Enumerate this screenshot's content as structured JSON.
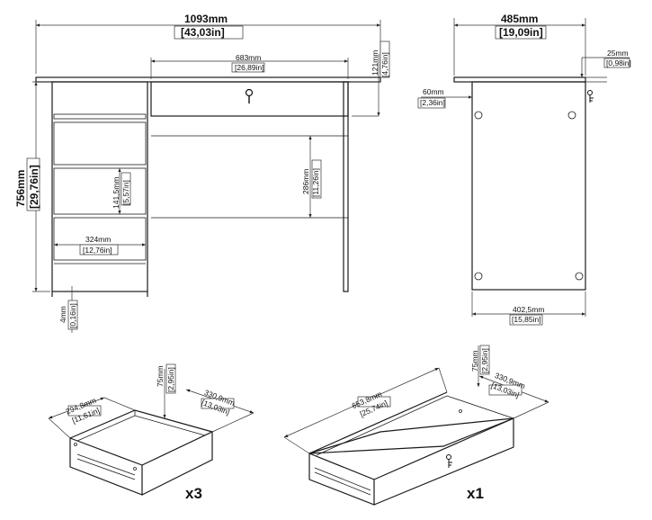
{
  "front": {
    "width_mm": "1093mm",
    "width_in": "43,03in",
    "drawer_w_mm": "683mm",
    "drawer_w_in": "26,89in",
    "drawer_h_mm": "121mm",
    "drawer_h_in": "4,76in",
    "height_mm": "756mm",
    "height_in": "29,76in",
    "opening_h_mm": "286mm",
    "opening_h_in": "11,26in",
    "side_drawer_h_mm": "141,5mm",
    "side_drawer_h_in": "5,57in",
    "side_w_mm": "324mm",
    "side_w_in": "12,76in",
    "gap_mm": "4mm",
    "gap_in": "0,16in"
  },
  "side": {
    "depth_mm": "485mm",
    "depth_in": "19,09in",
    "top_t_mm": "25mm",
    "top_t_in": "0,98in",
    "back_offset_mm": "60mm",
    "back_offset_in": "2,36in",
    "base_w_mm": "402,5mm",
    "base_w_in": "15,85in"
  },
  "small_drawer": {
    "width_mm": "294,8mm",
    "width_in": "11,61in",
    "height_mm": "75mm",
    "height_in": "2,95in",
    "depth_mm": "330,9mm",
    "depth_in": "13,03in",
    "count": "x3"
  },
  "large_drawer": {
    "width_mm": "653,8mm",
    "width_in": "25,74in",
    "height_mm": "75mm",
    "height_in": "2,95in",
    "depth_mm": "330,9mm",
    "depth_in": "13,03in",
    "count": "x1"
  }
}
